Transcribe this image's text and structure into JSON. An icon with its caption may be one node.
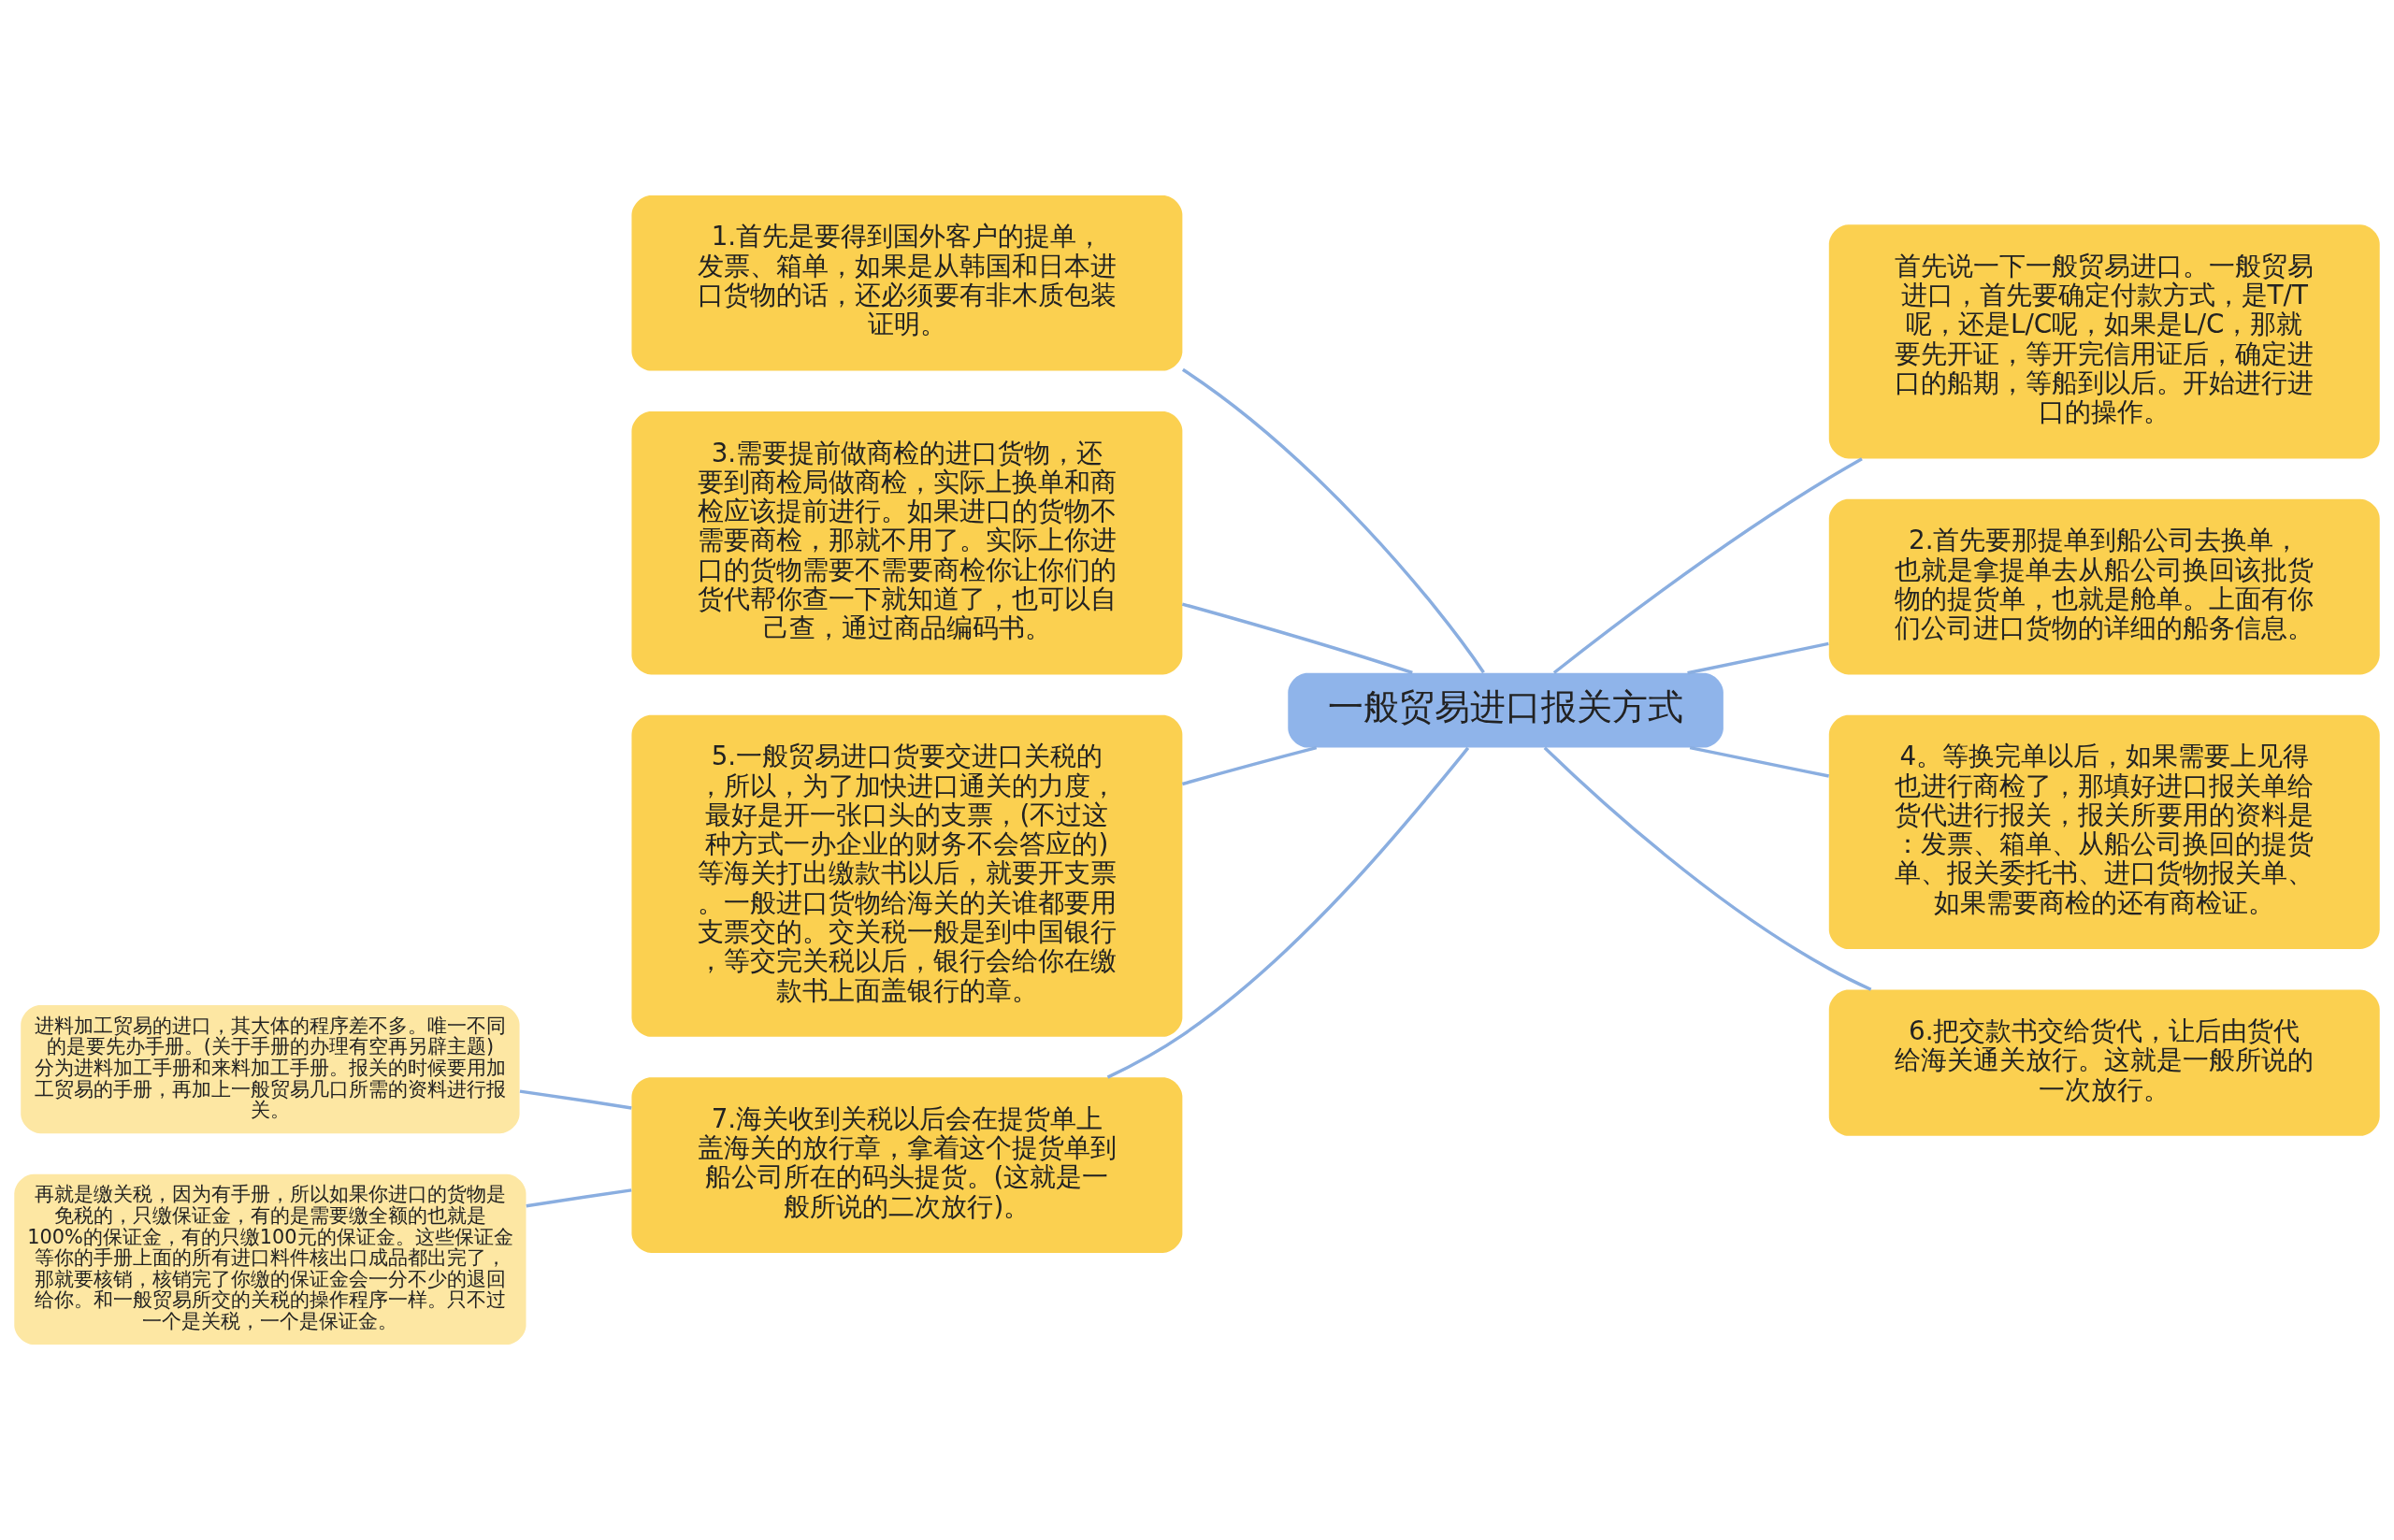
{
  "diagram": {
    "nodes": [
      {
        "text": [
          "一般贸易进口报关方式"
        ]
      },
      {
        "text": [
          "1.首先是要得到国外客户的提单，发票、箱单，如果是从韩国和日本进口货物的话，还必须要有非木质包装证明。"
        ]
      },
      {
        "text": [
          "3.需要提前做商检的进口货物，还要到商检局做商检，实际上换单和商检应该提前进行。如果进口的货物不需要商检，那就不用了。实际上你进口的货物需要不需要商检你让你们的货代帮你查一下就知道了，也可以自己查，通过商品编码书。"
        ]
      },
      {
        "text": [
          "5.一般贸易进口货要交进口关税的，所以，为了加快进口通关的力度，最好是开一张口头的支票，(不过这种方式一办企业的财务不会答应的)等海关打出缴款书以后，就要开支票。一般进口货物给海关的关谁都要用支票交的。交关税一般是到中国银行，等交完关税以后，银行会给你在缴款书上面盖银行的章。"
        ]
      },
      {
        "text": [
          "7.海关收到关税以后会在提货单上盖海关的放行章，拿着这个提货单到船公司所在的码头提货。(这就是一般所说的二次放行)。"
        ]
      },
      {
        "text": [
          "进料加工贸易的进口，其大体的程序差不多。唯一不同的是要先办手册。(关于手册的办理有空再另辟主题)分为进料加工手册和来料加工手册。报关的时候要用加工贸易的手册，再加上一般贸易几口所需的资料进行报关。"
        ]
      },
      {
        "text": [
          "再就是缴关税，因为有手册，所以如果你进口的货物是免税的，只缴保证金，有的是需要缴全额的也就是100%的保证金，有的只缴100元的保证金。这些保证金等你的手册上面的所有进口料件核出口成品都出完了，那就要核销，核销完了你缴的保证金会一分不少的退回给你。和一般贸易所交的关税的操作程序一样。只不过一个是关税，一个是保证金。"
        ]
      },
      {
        "text": [
          "首先说一下一般贸易进口。一般贸易进口，首先要确定付款方式，是T/T呢，还是L/C呢，如果是L/C，那就要先开证，等开完信用证后，确定进口的船期，等船到以后。开始进行进口的操作。"
        ]
      },
      {
        "text": [
          "2.首先要那提单到船公司去换单，也就是拿提单去从船公司换回该批货物的提货单，也就是舱单。上面有你们公司进口货物的详细的船务信息。"
        ]
      },
      {
        "text": [
          "4。等换完单以后，如果需要上见得也进行商检了，那填好进口报关单给货代进行报关，报关所要用的资料是：发票、箱单、从船公司换回的提货单、报关委托书、进口货物报关单、如果需要商检的还有商检证。"
        ]
      },
      {
        "text": [
          "6.把交款书交给货代，让后由货代给海关通关放行。这就是一般所说的一次放行。"
        ]
      }
    ],
    "edges": [
      {
        "from": 0,
        "to": 1,
        "arrow": "none"
      },
      {
        "from": 0,
        "to": 2,
        "arrow": "none"
      },
      {
        "from": 0,
        "to": 3,
        "arrow": "none"
      },
      {
        "from": 0,
        "to": 4,
        "arrow": "none"
      },
      {
        "from": 4,
        "to": 5,
        "arrow": "none"
      },
      {
        "from": 4,
        "to": 6,
        "arrow": "none"
      },
      {
        "from": 0,
        "to": 7,
        "arrow": "none"
      },
      {
        "from": 0,
        "to": 8,
        "arrow": "none"
      },
      {
        "from": 0,
        "to": 9,
        "arrow": "none"
      },
      {
        "from": 0,
        "to": 10,
        "arrow": "none"
      }
    ]
  }
}
